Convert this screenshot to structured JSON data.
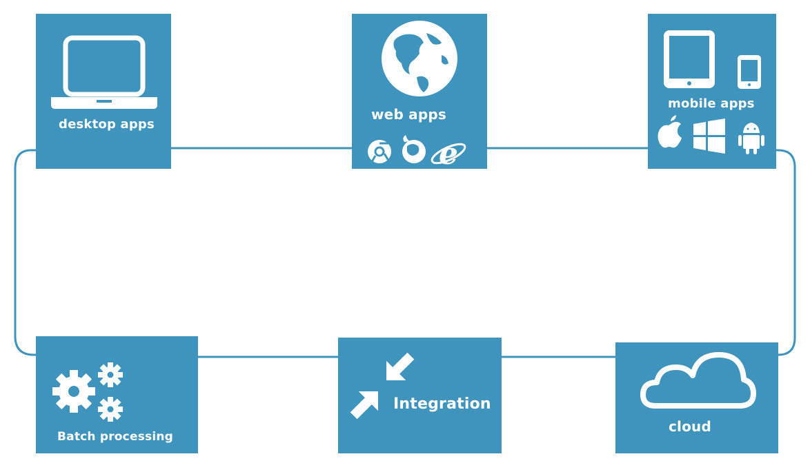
{
  "theme": {
    "tile_color": "#3e94bc",
    "line_color": "#3e94bc",
    "icon_color": "#ffffff"
  },
  "tiles": {
    "desktop": {
      "label": "desktop apps",
      "icon": "laptop-icon"
    },
    "web": {
      "label": "web apps",
      "icon": "globe-icon",
      "browsers": [
        "chrome-icon",
        "firefox-icon",
        "internet-explorer-icon"
      ]
    },
    "mobile": {
      "label": "mobile apps",
      "icons": [
        "tablet-icon",
        "phone-icon"
      ],
      "platforms": [
        "apple-icon",
        "windows-icon",
        "android-icon"
      ]
    },
    "batch": {
      "label": "Batch processing",
      "icon": "gears-icon"
    },
    "integration": {
      "label": "Integration",
      "icon": "converging-arrows-icon"
    },
    "cloud": {
      "label": "cloud",
      "icon": "cloud-icon"
    }
  }
}
